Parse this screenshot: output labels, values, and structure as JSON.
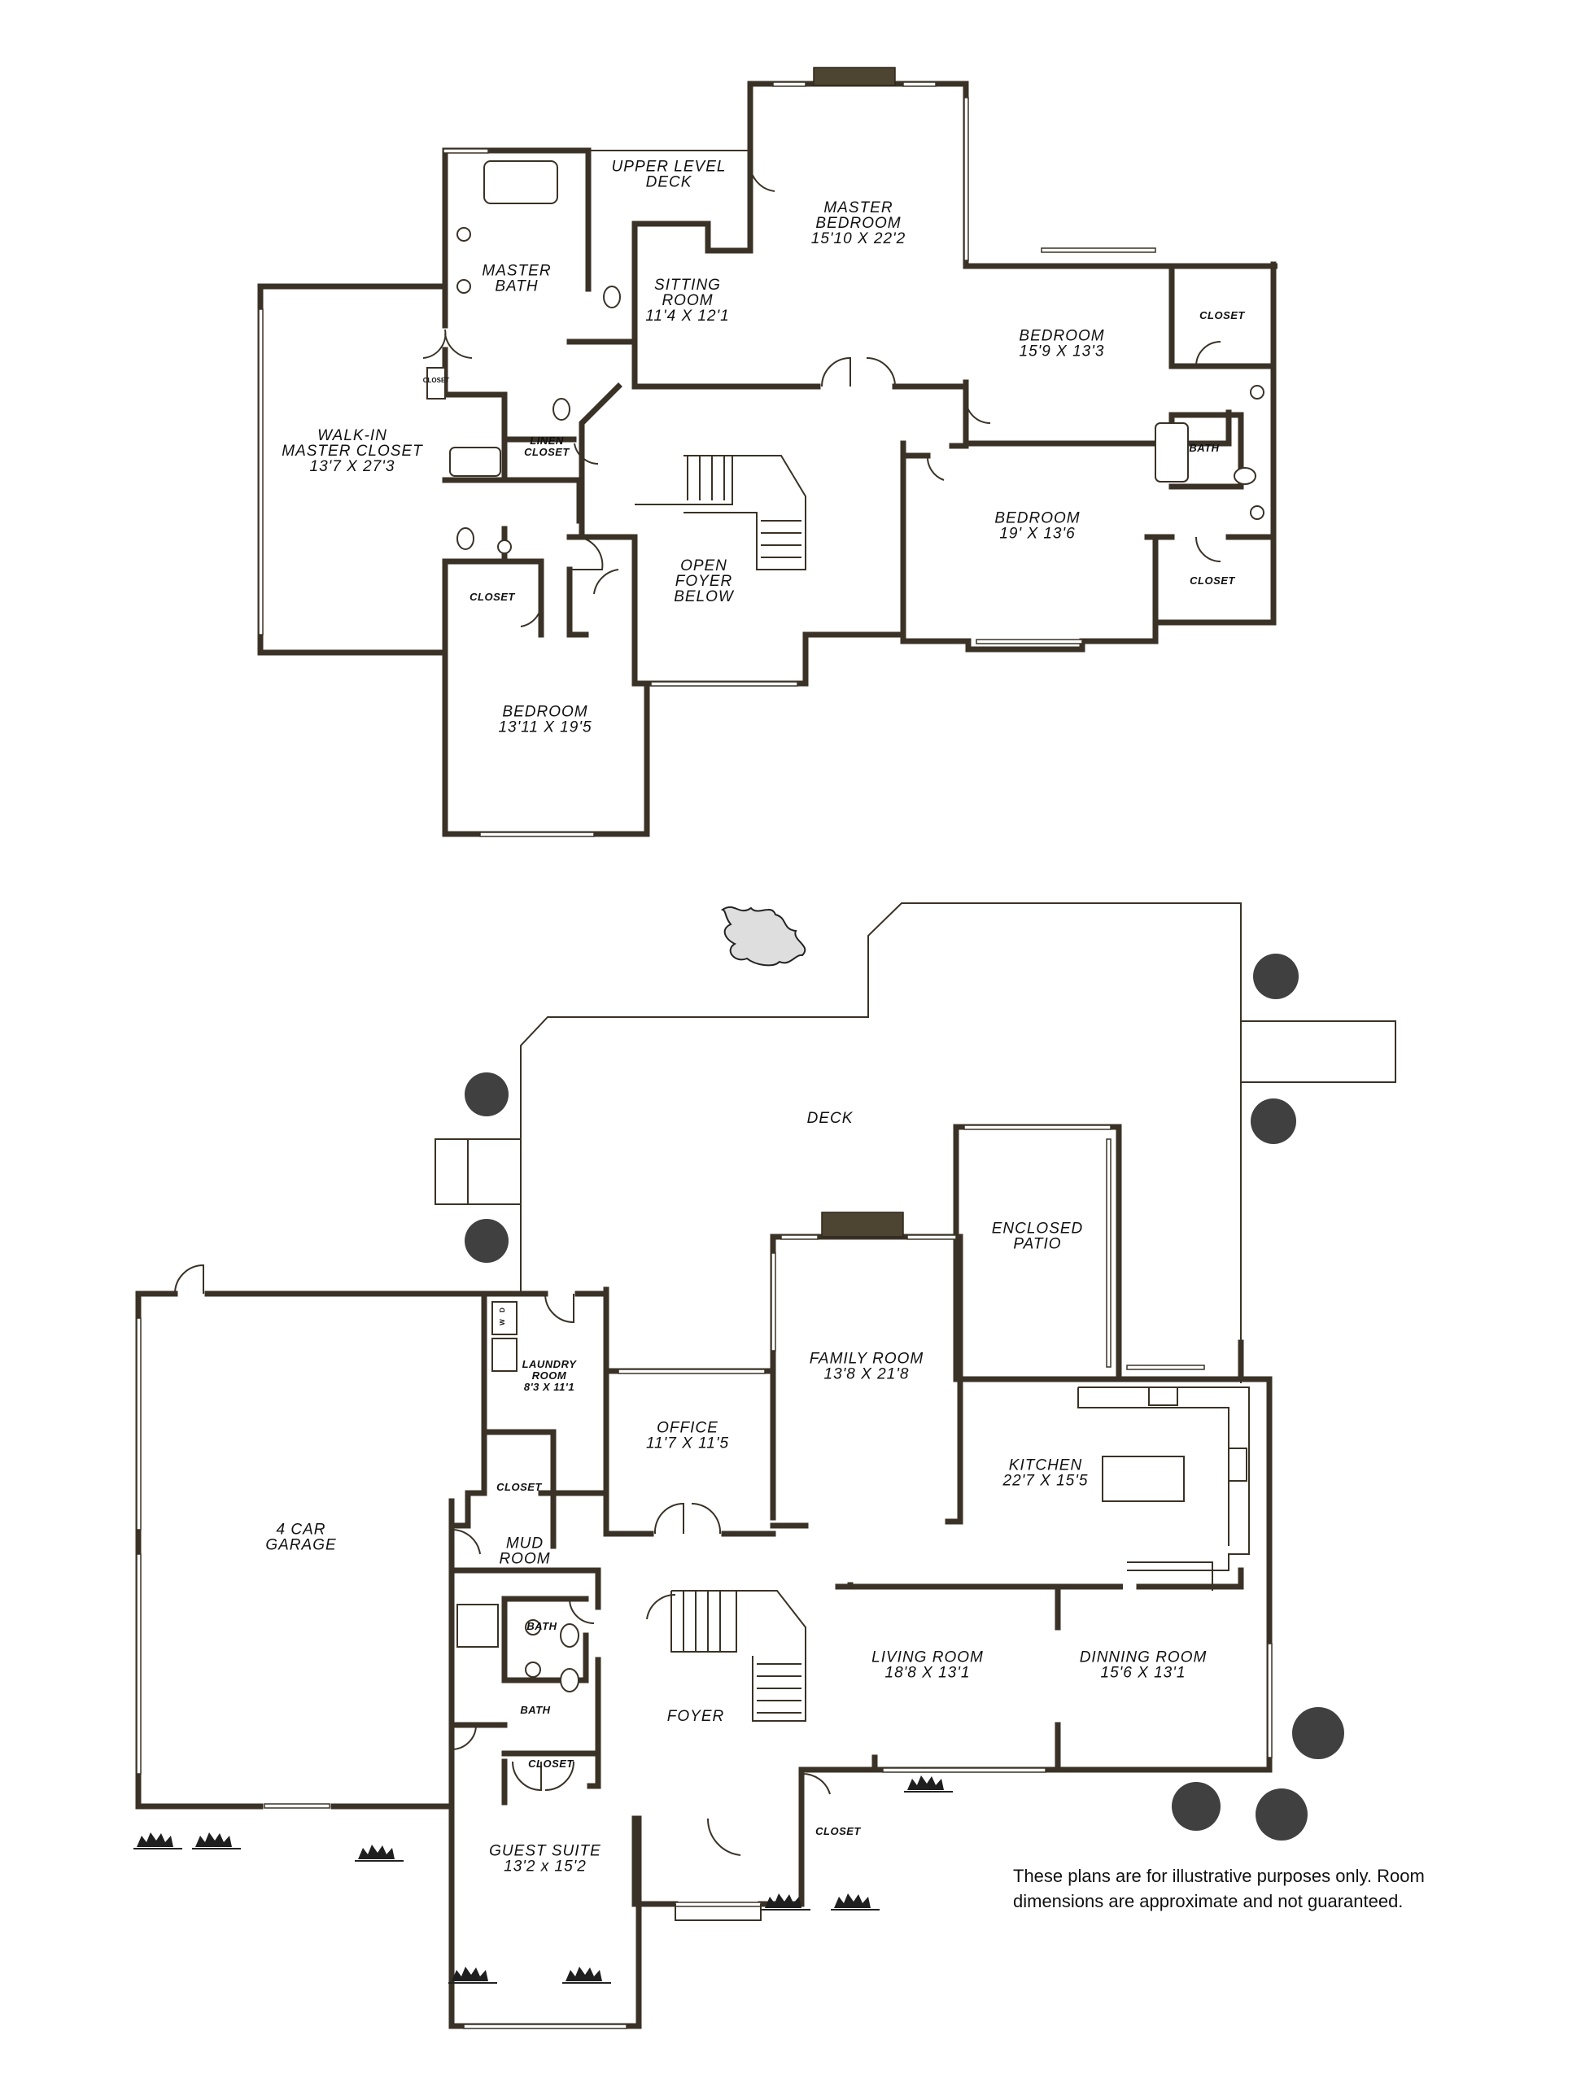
{
  "upper_level": {
    "rooms": [
      {
        "id": "upper_deck",
        "lines": [
          "UPPER LEVEL",
          "DECK"
        ]
      },
      {
        "id": "master_bedroom",
        "lines": [
          "MASTER",
          "BEDROOM",
          "15'10 X 22'2"
        ]
      },
      {
        "id": "master_bath",
        "lines": [
          "MASTER",
          "BATH"
        ]
      },
      {
        "id": "sitting_room",
        "lines": [
          "SITTING",
          "ROOM",
          "11'4 X 12'1"
        ]
      },
      {
        "id": "walk_in_closet",
        "lines": [
          "WALK-IN",
          "MASTER CLOSET",
          "13'7 X 27'3"
        ]
      },
      {
        "id": "closet_small",
        "lines": [
          "CLOSET"
        ]
      },
      {
        "id": "linen_closet",
        "lines": [
          "LINEN",
          "CLOSET"
        ]
      },
      {
        "id": "closet_left",
        "lines": [
          "CLOSET"
        ]
      },
      {
        "id": "bedroom_left",
        "lines": [
          "BEDROOM",
          "13'11 X 19'5"
        ]
      },
      {
        "id": "open_foyer",
        "lines": [
          "OPEN",
          "FOYER",
          "BELOW"
        ]
      },
      {
        "id": "bedroom_ne",
        "lines": [
          "BEDROOM",
          "15'9 X 13'3"
        ]
      },
      {
        "id": "closet_ne",
        "lines": [
          "CLOSET"
        ]
      },
      {
        "id": "bath_e",
        "lines": [
          "BATH"
        ]
      },
      {
        "id": "bedroom_se",
        "lines": [
          "BEDROOM",
          "19' X 13'6"
        ]
      },
      {
        "id": "closet_se",
        "lines": [
          "CLOSET"
        ]
      }
    ]
  },
  "main_level": {
    "rooms": [
      {
        "id": "deck",
        "lines": [
          "DECK"
        ]
      },
      {
        "id": "enclosed_patio",
        "lines": [
          "ENCLOSED",
          "PATIO"
        ]
      },
      {
        "id": "garage",
        "lines": [
          "4 CAR",
          "GARAGE"
        ]
      },
      {
        "id": "laundry",
        "lines": [
          "LAUNDRY",
          "ROOM",
          "8'3 X 11'1"
        ]
      },
      {
        "id": "washer",
        "lines": [
          "W"
        ]
      },
      {
        "id": "dryer",
        "lines": [
          "D"
        ]
      },
      {
        "id": "office",
        "lines": [
          "OFFICE",
          "11'7 X 11'5"
        ]
      },
      {
        "id": "family_room",
        "lines": [
          "FAMILY ROOM",
          "13'8 X 21'8"
        ]
      },
      {
        "id": "kitchen",
        "lines": [
          "KITCHEN",
          "22'7 X 15'5"
        ]
      },
      {
        "id": "closet_mud",
        "lines": [
          "CLOSET"
        ]
      },
      {
        "id": "mud_room",
        "lines": [
          "MUD",
          "ROOM"
        ]
      },
      {
        "id": "bath_upper",
        "lines": [
          "BATH"
        ]
      },
      {
        "id": "bath_lower",
        "lines": [
          "BATH"
        ]
      },
      {
        "id": "closet_guest",
        "lines": [
          "CLOSET"
        ]
      },
      {
        "id": "foyer",
        "lines": [
          "FOYER"
        ]
      },
      {
        "id": "living_room",
        "lines": [
          "LIVING ROOM",
          "18'8 X 13'1"
        ]
      },
      {
        "id": "dining_room",
        "lines": [
          "DINNING ROOM",
          "15'6 X 13'1"
        ]
      },
      {
        "id": "guest_suite",
        "lines": [
          "GUEST SUITE",
          "13'2 x 15'2"
        ]
      },
      {
        "id": "closet_foyer",
        "lines": [
          "CLOSET"
        ]
      }
    ]
  },
  "disclaimer": "These plans are for illustrative purposes only.  Room dimensions are approximate and not guaranteed."
}
